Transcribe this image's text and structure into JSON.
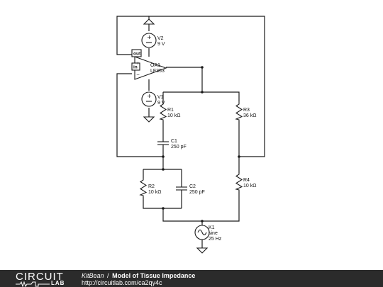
{
  "components": {
    "v2": {
      "name": "V2",
      "value": "9 V"
    },
    "v1": {
      "name": "V1",
      "value": "9 V"
    },
    "oa1": {
      "name": "OA1",
      "model": "LF353",
      "pin_out": "out",
      "pin_in": "in",
      "pin_plus": "+",
      "pin_minus": "−"
    },
    "r1": {
      "name": "R1",
      "value": "10 kΩ"
    },
    "r2": {
      "name": "R2",
      "value": "10 kΩ"
    },
    "r3": {
      "name": "R3",
      "value": "36 kΩ"
    },
    "r4": {
      "name": "R4",
      "value": "10 kΩ"
    },
    "c1": {
      "name": "C1",
      "value": "250 pF"
    },
    "c2": {
      "name": "C2",
      "value": "250 pF"
    },
    "k1": {
      "name": "K1",
      "type": "sine",
      "value": "25 Hz"
    }
  },
  "footer": {
    "logo_top": "CIRCUIT",
    "logo_bottom": "LAB",
    "author": "KitBean",
    "separator": "/",
    "title": "Model of Tissue Impedance",
    "url": "http://circuitlab.com/ca2qy4c"
  }
}
